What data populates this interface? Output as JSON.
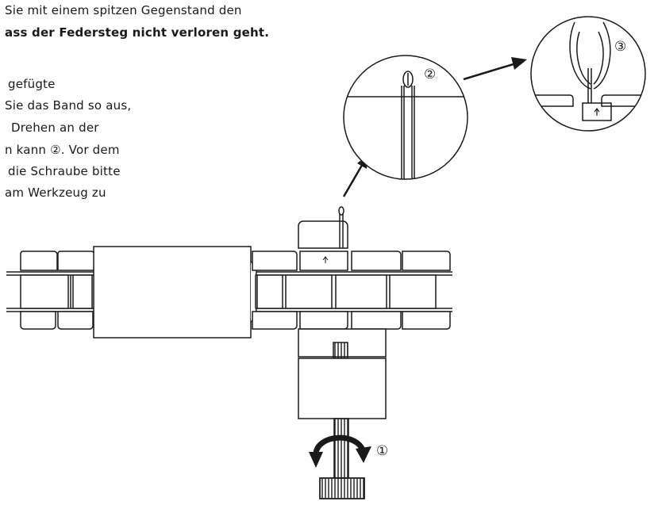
{
  "instructions": {
    "line1": "Sie mit einem spitzen Gegenstand den",
    "line2": "ass der Federsteg nicht verloren geht.",
    "line3": "gefügte",
    "line4": "Sie  das  Band  so  aus,",
    "line5": " Drehen  an  der",
    "line6": "n kann ②. Vor dem",
    "line7": "die Schraube bitte",
    "line8": "am  Werkzeug  zu"
  },
  "markers": {
    "step1": "①",
    "step2": "②",
    "step3": "③"
  },
  "icons": {
    "rotate": "curved-rotation-arrow-icon",
    "pointer": "callout-arrow-icon",
    "direction": "up-arrow-icon"
  },
  "colors": {
    "line": "#1a1a1a",
    "background": "#ffffff"
  }
}
